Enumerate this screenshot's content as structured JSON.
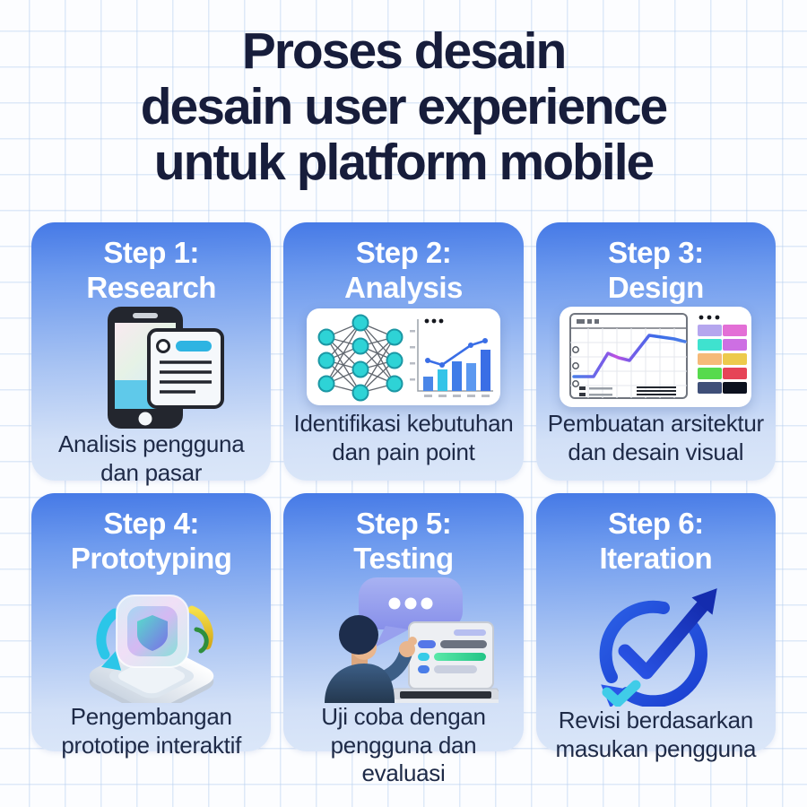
{
  "title": {
    "line1": "Proses desain",
    "line2": "desain user experience",
    "line3": "untuk platform mobile"
  },
  "steps": [
    {
      "label": "Step 1:",
      "name": "Research",
      "icon": "smartphone-document-icon",
      "caption_line1": "Analisis pengguna",
      "caption_line2": "dan pasar"
    },
    {
      "label": "Step 2:",
      "name": "Analysis",
      "icon": "network-bar-chart-icon",
      "caption_line1": "Identifikasi kebutuhan",
      "caption_line2": "dan pain point"
    },
    {
      "label": "Step 3:",
      "name": "Design",
      "icon": "wireframe-palette-icon",
      "caption_line1": "Pembuatan arsitektur",
      "caption_line2": "dan desain visual"
    },
    {
      "label": "Step 4:",
      "name": "Prototyping",
      "icon": "glass-cube-3d-icon",
      "caption_line1": "Pengembangan",
      "caption_line2": "prototipe interaktif"
    },
    {
      "label": "Step 5:",
      "name": "Testing",
      "icon": "user-laptop-chat-icon",
      "caption_line1": "Uji coba dengan",
      "caption_line2": "pengguna dan evaluasi"
    },
    {
      "label": "Step 6:",
      "name": "Iteration",
      "icon": "cycle-check-arrow-icon",
      "caption_line1": "Revisi berdasarkan",
      "caption_line2": "masukan pengguna"
    }
  ],
  "colors": {
    "title_text": "#171d3b",
    "caption_text": "#1e2a47",
    "step_text": "#ffffff",
    "card_gradient_top": "#4579e6",
    "card_gradient_bottom": "#dbe7f9",
    "grid_line": "#dce8f7",
    "background": "#fcfdff",
    "accent_blue": "#2158e0",
    "accent_cyan": "#36cbe8"
  }
}
